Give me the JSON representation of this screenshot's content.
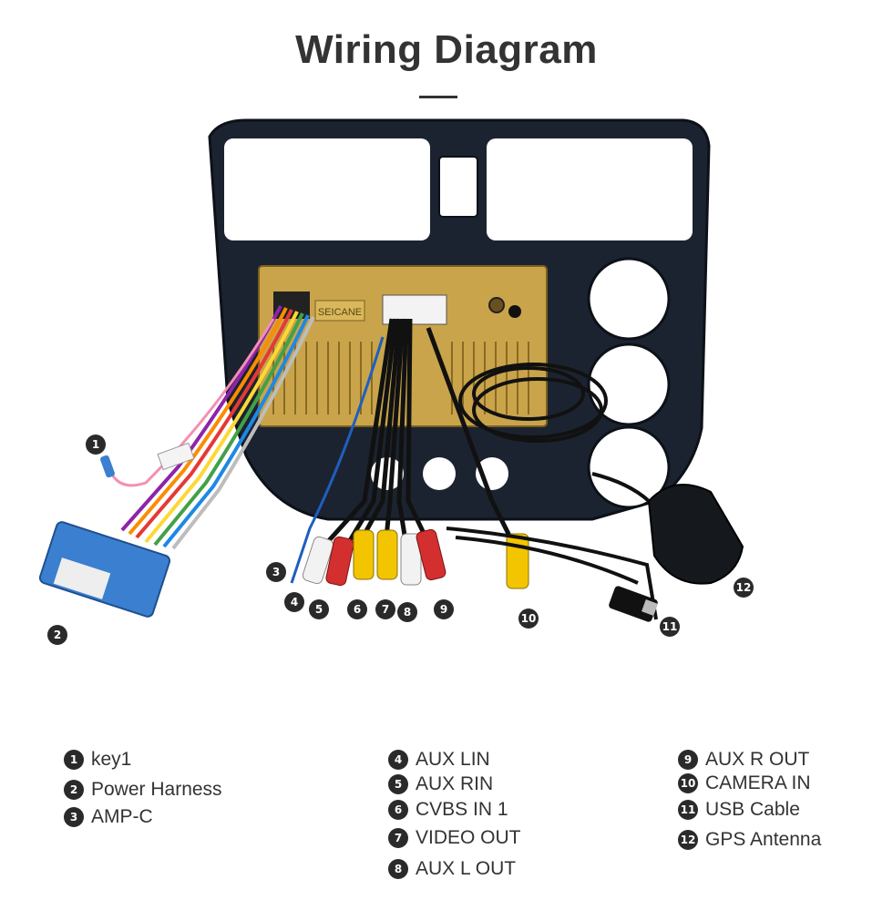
{
  "title": "Wiring Diagram",
  "colors": {
    "frame": "#1c2330",
    "unit_gold": "#c9a44a",
    "connector_blue": "#3b7fd0",
    "rca_red": "#d32f2f",
    "rca_white": "#f2f2f2",
    "rca_yellow": "#f2c500",
    "cable_black": "#111111"
  },
  "unit_label": "SEICANE",
  "callouts": [
    {
      "num": "1"
    },
    {
      "num": "2"
    },
    {
      "num": "3"
    },
    {
      "num": "4"
    },
    {
      "num": "5"
    },
    {
      "num": "6"
    },
    {
      "num": "7"
    },
    {
      "num": "8"
    },
    {
      "num": "9"
    },
    {
      "num": "10"
    },
    {
      "num": "11"
    },
    {
      "num": "12"
    }
  ],
  "legend": [
    {
      "num": "1",
      "label": "key1"
    },
    {
      "num": "2",
      "label": "Power Harness"
    },
    {
      "num": "3",
      "label": "AMP-C"
    },
    {
      "num": "4",
      "label": "AUX LIN"
    },
    {
      "num": "5",
      "label": "AUX RIN"
    },
    {
      "num": "6",
      "label": "CVBS IN 1"
    },
    {
      "num": "7",
      "label": "VIDEO OUT"
    },
    {
      "num": "8",
      "label": "AUX L OUT"
    },
    {
      "num": "9",
      "label": "AUX R OUT"
    },
    {
      "num": "10",
      "label": "CAMERA IN"
    },
    {
      "num": "11",
      "label": "USB Cable"
    },
    {
      "num": "12",
      "label": "GPS Antenna"
    }
  ]
}
